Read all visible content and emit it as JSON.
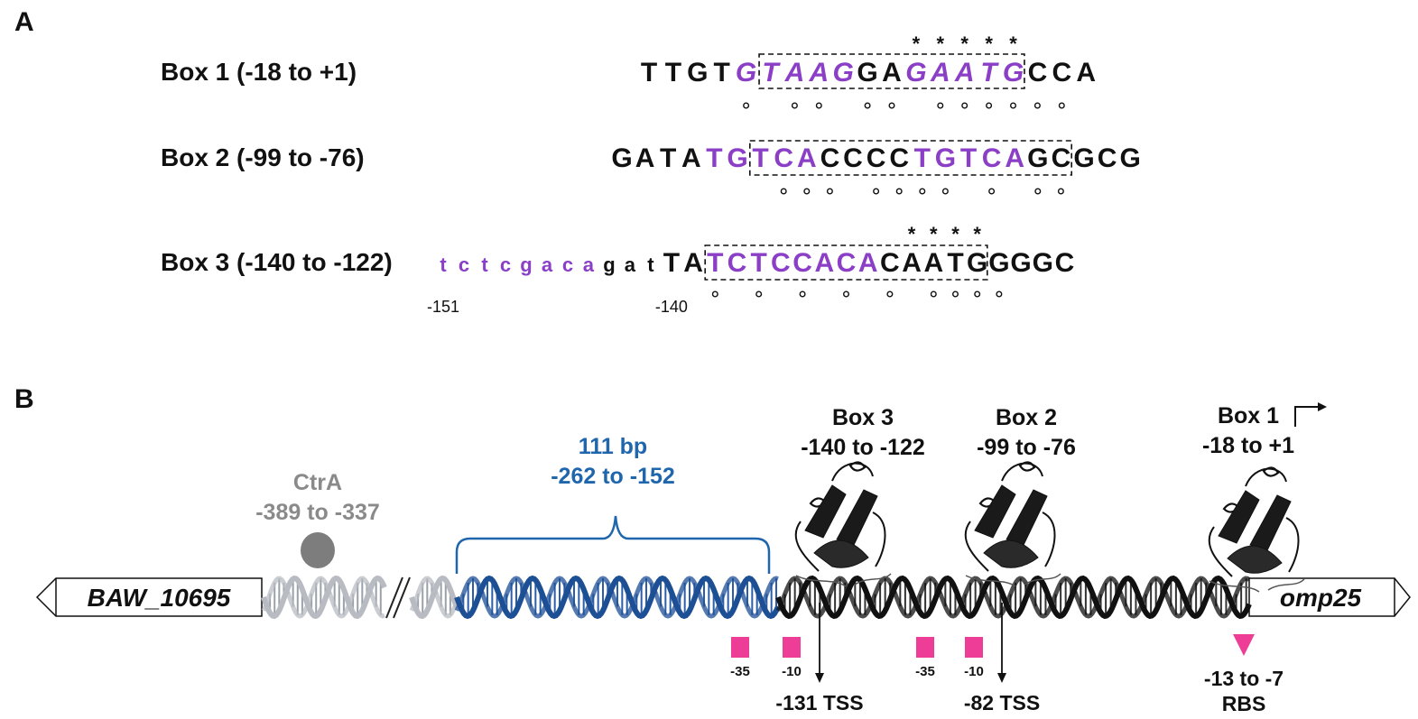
{
  "panel_a": {
    "label": "A",
    "rows": [
      {
        "name": "Box 1 (-18 to +1)",
        "seq": [
          {
            "b": "T",
            "c": "black",
            "s": "upper",
            "i": false
          },
          {
            "b": "T",
            "c": "black",
            "s": "upper",
            "i": false
          },
          {
            "b": "G",
            "c": "black",
            "s": "upper",
            "i": false
          },
          {
            "b": "T",
            "c": "black",
            "s": "upper",
            "i": false
          },
          {
            "b": "G",
            "c": "purple",
            "s": "upper",
            "i": true
          },
          {
            "b": "T",
            "c": "purple",
            "s": "upper",
            "i": true
          },
          {
            "b": "A",
            "c": "purple",
            "s": "upper",
            "i": true
          },
          {
            "b": "A",
            "c": "purple",
            "s": "upper",
            "i": true
          },
          {
            "b": "G",
            "c": "purple",
            "s": "upper",
            "i": true
          },
          {
            "b": "G",
            "c": "black",
            "s": "upper",
            "i": false
          },
          {
            "b": "A",
            "c": "black",
            "s": "upper",
            "i": false
          },
          {
            "b": "G",
            "c": "purple",
            "s": "upper",
            "i": true
          },
          {
            "b": "A",
            "c": "purple",
            "s": "upper",
            "i": true
          },
          {
            "b": "A",
            "c": "purple",
            "s": "upper",
            "i": true
          },
          {
            "b": "T",
            "c": "purple",
            "s": "upper",
            "i": true
          },
          {
            "b": "G",
            "c": "purple",
            "s": "upper",
            "i": true
          },
          {
            "b": "C",
            "c": "black",
            "s": "upper",
            "i": false
          },
          {
            "b": "C",
            "c": "black",
            "s": "upper",
            "i": false
          },
          {
            "b": "A",
            "c": "black",
            "s": "upper",
            "i": false
          }
        ],
        "box_start": 5,
        "box_end": 15,
        "stars": [
          11,
          12,
          13,
          14,
          15
        ],
        "circles": [
          4,
          6,
          7,
          9,
          10,
          12,
          13,
          14,
          15,
          16,
          17
        ],
        "numbers": []
      },
      {
        "name": "Box 2 (-99 to -76)",
        "seq": [
          {
            "b": "G",
            "c": "black",
            "s": "upper",
            "i": false
          },
          {
            "b": "A",
            "c": "black",
            "s": "upper",
            "i": false
          },
          {
            "b": "T",
            "c": "black",
            "s": "upper",
            "i": false
          },
          {
            "b": "A",
            "c": "black",
            "s": "upper",
            "i": false
          },
          {
            "b": "T",
            "c": "purple",
            "s": "upper",
            "i": false
          },
          {
            "b": "G",
            "c": "purple",
            "s": "upper",
            "i": false
          },
          {
            "b": "T",
            "c": "purple",
            "s": "upper",
            "i": false
          },
          {
            "b": "C",
            "c": "purple",
            "s": "upper",
            "i": false
          },
          {
            "b": "A",
            "c": "purple",
            "s": "upper",
            "i": false
          },
          {
            "b": "C",
            "c": "black",
            "s": "upper",
            "i": false
          },
          {
            "b": "C",
            "c": "black",
            "s": "upper",
            "i": false
          },
          {
            "b": "C",
            "c": "black",
            "s": "upper",
            "i": false
          },
          {
            "b": "C",
            "c": "black",
            "s": "upper",
            "i": false
          },
          {
            "b": "T",
            "c": "purple",
            "s": "upper",
            "i": false
          },
          {
            "b": "G",
            "c": "purple",
            "s": "upper",
            "i": false
          },
          {
            "b": "T",
            "c": "purple",
            "s": "upper",
            "i": false
          },
          {
            "b": "C",
            "c": "purple",
            "s": "upper",
            "i": false
          },
          {
            "b": "A",
            "c": "purple",
            "s": "upper",
            "i": false
          },
          {
            "b": "G",
            "c": "black",
            "s": "upper",
            "i": false
          },
          {
            "b": "C",
            "c": "black",
            "s": "upper",
            "i": false
          },
          {
            "b": "G",
            "c": "black",
            "s": "upper",
            "i": false
          },
          {
            "b": "C",
            "c": "black",
            "s": "upper",
            "i": false
          },
          {
            "b": "G",
            "c": "black",
            "s": "upper",
            "i": false
          }
        ],
        "box_start": 6,
        "box_end": 19,
        "stars": [],
        "circles": [
          7,
          8,
          9,
          11,
          12,
          13,
          14,
          16,
          18,
          19
        ],
        "numbers": []
      },
      {
        "name": "Box 3 (-140 to -122)",
        "seq": [
          {
            "b": "t",
            "c": "purple",
            "s": "lower",
            "i": false
          },
          {
            "b": "c",
            "c": "purple",
            "s": "lower",
            "i": false
          },
          {
            "b": "t",
            "c": "purple",
            "s": "lower",
            "i": false
          },
          {
            "b": "c",
            "c": "purple",
            "s": "lower",
            "i": false
          },
          {
            "b": "g",
            "c": "purple",
            "s": "lower",
            "i": false
          },
          {
            "b": "a",
            "c": "purple",
            "s": "lower",
            "i": false
          },
          {
            "b": "c",
            "c": "purple",
            "s": "lower",
            "i": false
          },
          {
            "b": "a",
            "c": "purple",
            "s": "lower",
            "i": false
          },
          {
            "b": "g",
            "c": "black",
            "s": "lower",
            "i": false
          },
          {
            "b": "a",
            "c": "black",
            "s": "lower",
            "i": false
          },
          {
            "b": "t",
            "c": "black",
            "s": "lower",
            "i": false
          },
          {
            "b": "T",
            "c": "black",
            "s": "upper",
            "i": false
          },
          {
            "b": "A",
            "c": "black",
            "s": "upper",
            "i": false
          },
          {
            "b": "T",
            "c": "purple",
            "s": "upper",
            "i": false
          },
          {
            "b": "C",
            "c": "purple",
            "s": "upper",
            "i": false
          },
          {
            "b": "T",
            "c": "purple",
            "s": "upper",
            "i": false
          },
          {
            "b": "C",
            "c": "purple",
            "s": "upper",
            "i": false
          },
          {
            "b": "C",
            "c": "purple",
            "s": "upper",
            "i": false
          },
          {
            "b": "A",
            "c": "purple",
            "s": "upper",
            "i": false
          },
          {
            "b": "C",
            "c": "purple",
            "s": "upper",
            "i": false
          },
          {
            "b": "A",
            "c": "purple",
            "s": "upper",
            "i": false
          },
          {
            "b": "C",
            "c": "black",
            "s": "upper",
            "i": false
          },
          {
            "b": "A",
            "c": "black",
            "s": "upper",
            "i": false
          },
          {
            "b": "A",
            "c": "black",
            "s": "upper",
            "i": false
          },
          {
            "b": "T",
            "c": "black",
            "s": "upper",
            "i": false
          },
          {
            "b": "G",
            "c": "black",
            "s": "upper",
            "i": false
          },
          {
            "b": "G",
            "c": "black",
            "s": "upper",
            "i": false
          },
          {
            "b": "G",
            "c": "black",
            "s": "upper",
            "i": false
          },
          {
            "b": "G",
            "c": "black",
            "s": "upper",
            "i": false
          },
          {
            "b": "C",
            "c": "black",
            "s": "upper",
            "i": false
          }
        ],
        "box_start": 13,
        "box_end": 25,
        "stars": [
          22,
          23,
          24,
          25
        ],
        "circles": [
          13,
          15,
          17,
          19,
          21,
          23,
          24,
          25,
          26
        ],
        "numbers": [
          {
            "text": "-151",
            "at": 0
          },
          {
            "text": "-140",
            "at": 11
          }
        ]
      }
    ]
  },
  "panel_b": {
    "label": "B",
    "left_gene": "BAW_10695",
    "right_gene": "omp25",
    "ctra": {
      "name": "CtrA",
      "range": "-389 to -337"
    },
    "region": {
      "size": "111 bp",
      "range": "-262 to -152"
    },
    "boxes": [
      {
        "name": "Box 3",
        "range": "-140 to -122"
      },
      {
        "name": "Box 2",
        "range": "-99 to -76"
      },
      {
        "name": "Box 1",
        "range": "-18 to +1"
      }
    ],
    "promoter_elements": [
      "-35",
      "-10",
      "-35",
      "-10"
    ],
    "tss": [
      "-131 TSS",
      "-82 TSS"
    ],
    "rbs": {
      "range": "-13 to -7",
      "name": "RBS"
    }
  },
  "colors": {
    "purple": "#8b3fc6",
    "blue": "#1f66ad",
    "dark_blue": "#1d4f95",
    "gray": "#8a8a8a",
    "light_gray": "#b8bcc2",
    "pink": "#ee3d96",
    "black": "#111111"
  }
}
